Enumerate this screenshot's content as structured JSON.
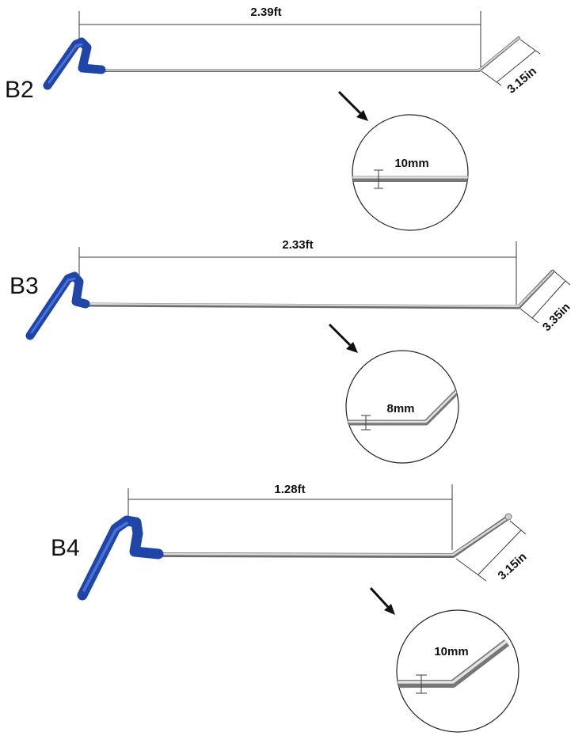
{
  "tools": [
    {
      "name": "B2",
      "length": "2.39ft",
      "tip_length": "3.15in",
      "diameter": "10mm"
    },
    {
      "name": "B3",
      "length": "2.33ft",
      "tip_length": "3.35in",
      "diameter": "8mm"
    },
    {
      "name": "B4",
      "length": "1.28ft",
      "tip_length": "3.15in",
      "diameter": "10mm"
    }
  ],
  "colors": {
    "handle": "#1f45a8",
    "rod": "#c8c8c8",
    "text": "#111111"
  }
}
